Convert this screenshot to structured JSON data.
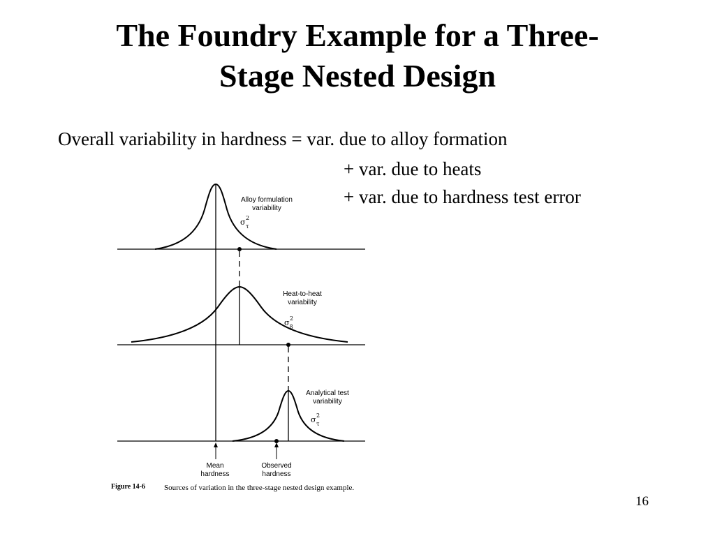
{
  "slide": {
    "title_line1": "The Foundry Example for a Three-",
    "title_line2": "Stage Nested Design",
    "equation": {
      "line1": "Overall variability in hardness = var. due to alloy formation",
      "line2": "+ var. due to heats",
      "line3": "+ var. due to hardness test error"
    },
    "page_number": "16"
  },
  "figure": {
    "panels": [
      {
        "label_line1": "Alloy formulation",
        "label_line2": "variability",
        "sigma_sub": "τ"
      },
      {
        "label_line1": "Heat-to-heat",
        "label_line2": "variability",
        "sigma_sub": "β"
      },
      {
        "label_line1": "Analytical test",
        "label_line2": "variability",
        "sigma_sub": "τ"
      }
    ],
    "sigma_symbol": "σ",
    "sigma_sup": "2",
    "mean_label_line1": "Mean",
    "mean_label_line2": "hardness",
    "observed_label_line1": "Observed",
    "observed_label_line2": "hardness",
    "figure_number": "Figure 14-6",
    "caption": "Sources of variation in the three-stage nested design example."
  }
}
